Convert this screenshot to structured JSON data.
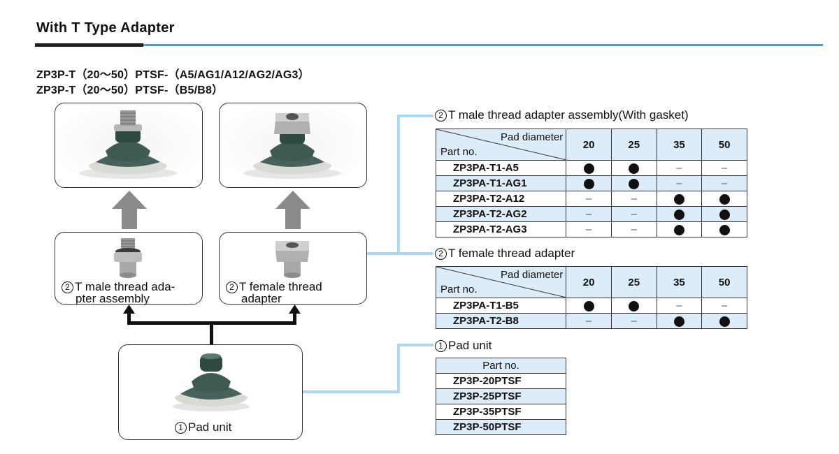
{
  "header": {
    "title": "With T Type Adapter",
    "models": [
      "ZP3P-T（20～50）PTSF-（A5/AG1/A12/AG2/AG3）",
      "ZP3P-T（20～50）PTSF-（B5/B8）"
    ]
  },
  "diagram": {
    "male_label_num": "2",
    "male_label_1": "T male thread ada-",
    "male_label_2": "pter assembly",
    "female_label_num": "2",
    "female_label_1": "T female thread",
    "female_label_2": "adapter",
    "pad_label_num": "1",
    "pad_label": "Pad unit"
  },
  "tables": {
    "male": {
      "heading_num": "2",
      "heading": "T male thread adapter assembly(With gasket)",
      "diag_top": "Pad diameter",
      "diag_bottom": "Part no.",
      "cols": [
        "20",
        "25",
        "35",
        "50"
      ],
      "rows": [
        {
          "part": "ZP3PA-T1-A5",
          "vals": [
            "dot",
            "dot",
            "dash",
            "dash"
          ]
        },
        {
          "part": "ZP3PA-T1-AG1",
          "vals": [
            "dot",
            "dot",
            "dash",
            "dash"
          ]
        },
        {
          "part": "ZP3PA-T2-A12",
          "vals": [
            "dash",
            "dash",
            "dot",
            "dot"
          ]
        },
        {
          "part": "ZP3PA-T2-AG2",
          "vals": [
            "dash",
            "dash",
            "dot",
            "dot"
          ]
        },
        {
          "part": "ZP3PA-T2-AG3",
          "vals": [
            "dash",
            "dash",
            "dot",
            "dot"
          ]
        }
      ]
    },
    "female": {
      "heading_num": "2",
      "heading": "T female thread adapter",
      "diag_top": "Pad diameter",
      "diag_bottom": "Part no.",
      "cols": [
        "20",
        "25",
        "35",
        "50"
      ],
      "rows": [
        {
          "part": "ZP3PA-T1-B5",
          "vals": [
            "dot",
            "dot",
            "dash",
            "dash"
          ]
        },
        {
          "part": "ZP3PA-T2-B8",
          "vals": [
            "dash",
            "dash",
            "dot",
            "dot"
          ]
        }
      ]
    },
    "pad": {
      "heading_num": "1",
      "heading": "Pad unit",
      "col": "Part no.",
      "rows": [
        "ZP3P-20PTSF",
        "ZP3P-25PTSF",
        "ZP3P-35PTSF",
        "ZP3P-50PTSF"
      ]
    }
  },
  "symbols": {
    "dash": "–"
  },
  "colors": {
    "accent": "#27a6df",
    "row_tint": "#dcecf8",
    "connector": "#a9d9f2",
    "arrow_gray": "#8a8a8a",
    "pad_green": "#3f5b4f"
  }
}
